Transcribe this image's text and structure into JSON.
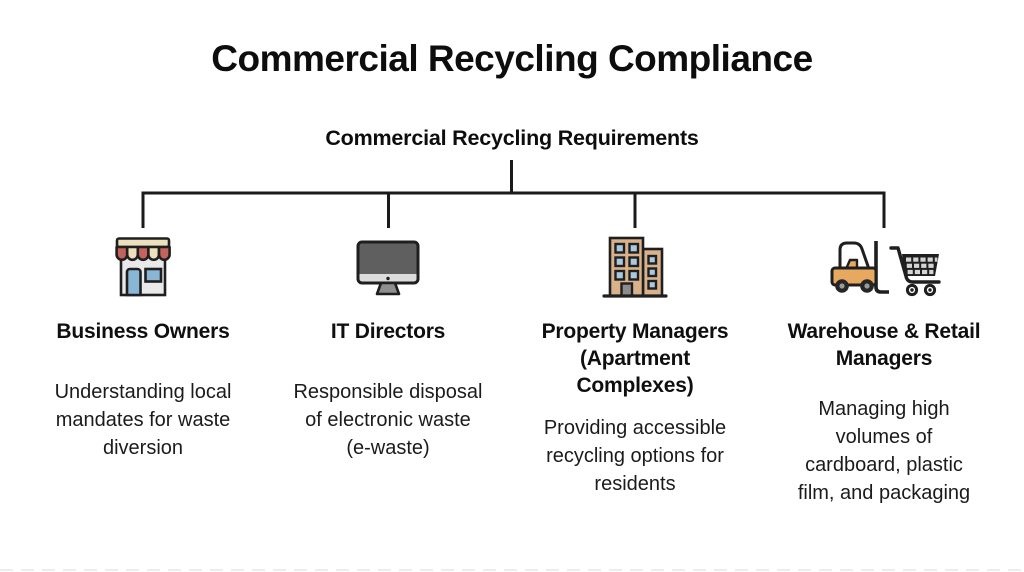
{
  "page": {
    "title": "Commercial Recycling Compliance",
    "background_color": "#ffffff",
    "text_color": "#161616",
    "line_color": "#1a1a1a"
  },
  "tree": {
    "root_label": "Commercial Recycling Requirements",
    "branches": [
      {
        "icon": "storefront-icon",
        "label": "Business Owners",
        "description": "Understanding local mandates for waste diversion"
      },
      {
        "icon": "desktop-monitor-icon",
        "label": "IT Directors",
        "description": "Responsible disposal of electronic waste (e-waste)"
      },
      {
        "icon": "apartment-building-icon",
        "label": "Property Managers (Apartment Complexes)",
        "description": "Providing accessible recycling options for residents"
      },
      {
        "icon": "forklift-and-cart-icon",
        "label": "Warehouse & Retail Managers",
        "description": "Managing high volumes of cardboard, plastic film, and packaging"
      }
    ]
  },
  "icon_colors": {
    "outline": "#1f1f1f",
    "awning_red": "#c4625d",
    "awning_cream": "#ece0bd",
    "store_wall": "#e9e9e9",
    "door_window_blue": "#8ab6d6",
    "monitor_screen": "#5f5f5f",
    "monitor_chin": "#dcdcdc",
    "monitor_stand": "#8f8f8f",
    "building_wall": "#d9b28c",
    "building_window": "#a9c9e2",
    "building_door": "#8c8c8c",
    "forklift_body": "#e7a95f",
    "wheel_hub": "#9a9a9a",
    "cart_grid": "#d4d4d4"
  }
}
